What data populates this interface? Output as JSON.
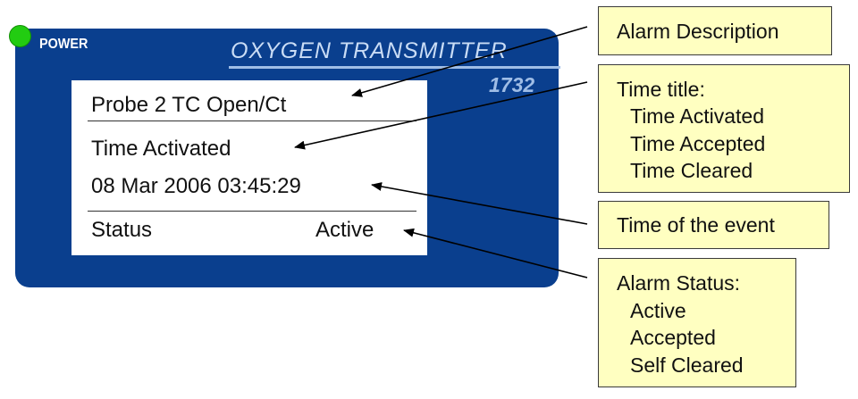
{
  "device": {
    "power_label": "POWER",
    "name": "OXYGEN  TRANSMITTER",
    "model": "1732"
  },
  "display": {
    "alarm_description": "Probe 2 TC Open/Ct",
    "time_title": "Time Activated",
    "timestamp": "08 Mar 2006  03:45:29",
    "status_label": "Status",
    "status_value": "Active"
  },
  "callouts": {
    "alarm_description": {
      "title": "Alarm Description"
    },
    "time_title": {
      "title": "Time title:",
      "items": [
        "Time Activated",
        "Time Accepted",
        "Time Cleared"
      ]
    },
    "time_of_event": {
      "title": "Time of the event"
    },
    "alarm_status": {
      "title": "Alarm Status:",
      "items": [
        "Active",
        "Accepted",
        "Self Cleared"
      ]
    }
  },
  "colors": {
    "panel": "#0a3f8e",
    "power_led": "#22cc11",
    "callout_fill": "#ffffc1"
  }
}
